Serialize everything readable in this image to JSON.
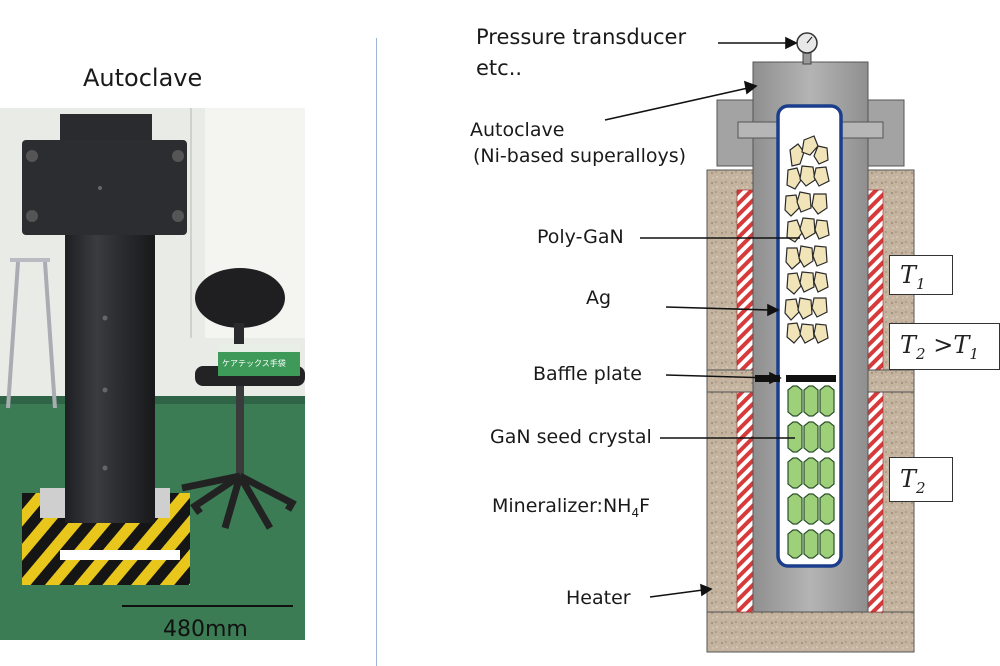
{
  "photo": {
    "title": "Autoclave",
    "scale_label": "480mm",
    "box_sticker_text": "ケアテックス手袋"
  },
  "diagram": {
    "labels": {
      "pressure_line1": "Pressure transducer",
      "pressure_line2": "etc..",
      "autoclave_line1": "Autoclave",
      "autoclave_line2": "(Ni-based superalloys)",
      "poly_gan": "Poly-GaN",
      "ag": "Ag",
      "baffle": "Baffle plate",
      "seed": "GaN seed crystal",
      "mineralizer_prefix": "Mineralizer:NH",
      "mineralizer_sub": "4",
      "mineralizer_suffix": "F",
      "heater": "Heater"
    },
    "temps": {
      "t1_base": "T",
      "t1_sub": "1",
      "t2_base": "T",
      "t2_sub": "2",
      "gt": ">",
      "t1b_base": "T",
      "t1b_sub": "1",
      "t2b_base": "T",
      "t2b_sub": "2"
    }
  },
  "colors": {
    "vessel": "#a8a8a8",
    "insulation": "#c7b7a3",
    "heater_stripe": "#d73a3a",
    "liner": "#1b3e8c",
    "seed": "#9ed07a",
    "poly": "#f0e4b8"
  }
}
